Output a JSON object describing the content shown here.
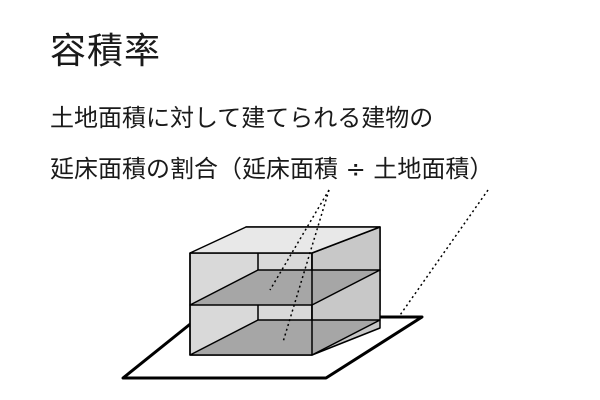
{
  "title": "容積率",
  "description": {
    "line1": "土地面積に対して建てられる建物の",
    "line2": "延床面積の割合（延床面積 ÷ 土地面積）"
  },
  "colors": {
    "outline": "#000000",
    "wall_light": "#d9d9d9",
    "wall_mid": "#bfbfbf",
    "floor_dark": "#a6a6a6",
    "land": "#ffffff"
  }
}
